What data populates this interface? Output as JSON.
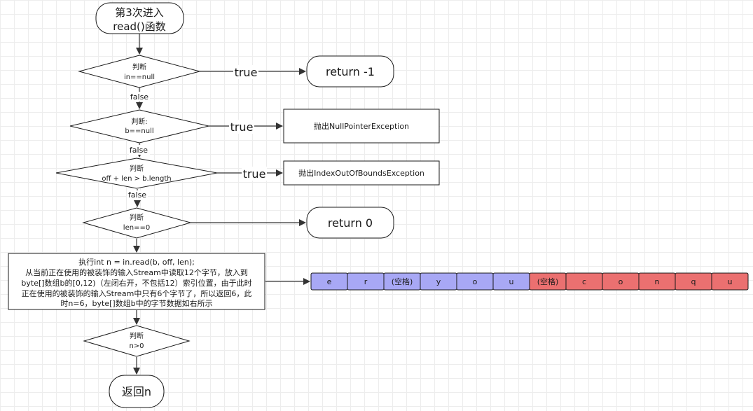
{
  "nodes": {
    "start_line1": "第3次进入",
    "start_line2": "read()函数",
    "d1_line1": "判断",
    "d1_line2": "in==null",
    "ret_neg1": "return -1",
    "d2_line1": "判断:",
    "d2_line2": "b==null",
    "npe": "抛出NullPointerException",
    "d3_line1": "判断",
    "d3_line2": "off + len > b.length",
    "ioobe": "抛出IndexOutOfBoundsException",
    "d4_line1": "判断",
    "d4_line2": "len==0",
    "ret_0": "return 0",
    "proc_lines": [
      "执行int n = in.read(b, off, len);",
      "从当前正在使用的被装饰的输入Stream中读取12个字节，放入到",
      "byte[]数组b的[0,12)（左闭右开，不包括12）索引位置，由于此时",
      "正在使用的被装饰的输入Stream中只有6个字节了，所以返回6，此",
      "时n=6，byte[]数组b中的字节数据如右所示"
    ],
    "d5_line1": "判断",
    "d5_line2": "n>0",
    "end": "返回n"
  },
  "edges": {
    "true1": "true",
    "false1": "false",
    "true2": "true",
    "false2": "false",
    "true3": "true",
    "false3": "false"
  },
  "array_cells": [
    {
      "text": "e",
      "color": "#a8a8f5"
    },
    {
      "text": "r",
      "color": "#a8a8f5"
    },
    {
      "text": "(空格)",
      "color": "#a8a8f5"
    },
    {
      "text": "y",
      "color": "#a8a8f5"
    },
    {
      "text": "o",
      "color": "#a8a8f5"
    },
    {
      "text": "u",
      "color": "#a8a8f5"
    },
    {
      "text": "(空格)",
      "color": "#eb7070"
    },
    {
      "text": "c",
      "color": "#eb7070"
    },
    {
      "text": "o",
      "color": "#eb7070"
    },
    {
      "text": "n",
      "color": "#eb7070"
    },
    {
      "text": "q",
      "color": "#eb7070"
    },
    {
      "text": "u",
      "color": "#eb7070"
    }
  ]
}
